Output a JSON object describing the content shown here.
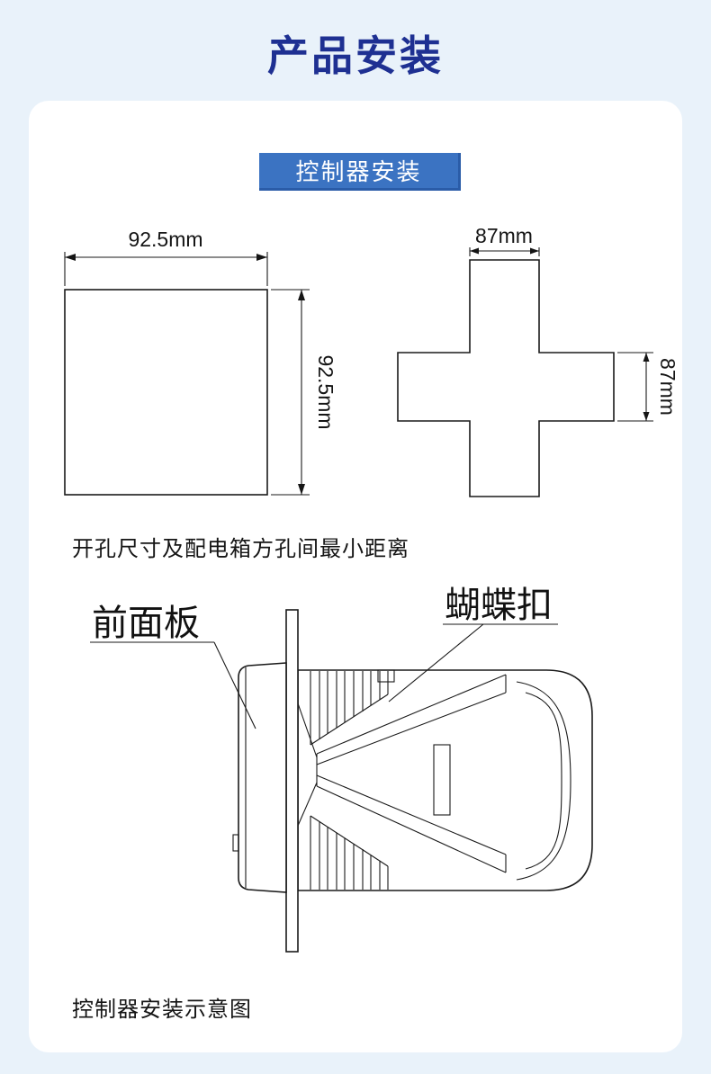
{
  "page": {
    "title": "产品安装"
  },
  "section": {
    "badge_label": "控制器安装"
  },
  "cutout_diagram": {
    "caption": "开孔尺寸及配电箱方孔间最小距离",
    "square": {
      "width_label": "92.5mm",
      "height_label": "92.5mm"
    },
    "cross": {
      "width_label": "87mm",
      "height_label": "87mm"
    }
  },
  "install_diagram": {
    "caption": "控制器安装示意图",
    "labels": {
      "front_panel": "前面板",
      "butterfly_clip": "蝴蝶扣"
    }
  },
  "colors": {
    "page_bg": "#e9f2fa",
    "card_bg": "#ffffff",
    "title": "#1e3092",
    "badge_bg": "#3b73c2",
    "badge_edge": "#2a5ca8",
    "badge_text": "#ffffff",
    "line": "#1a1a1a"
  }
}
